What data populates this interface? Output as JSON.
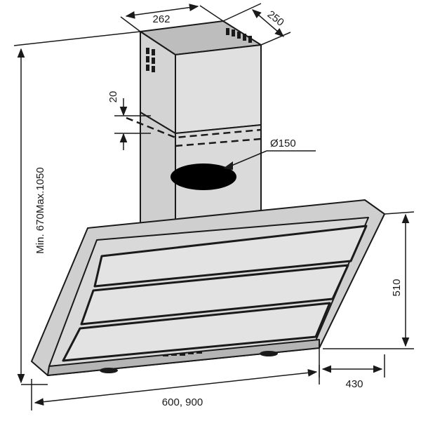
{
  "diagram": {
    "subject": "inclined cooker hood with telescopic chimney",
    "dimensions": {
      "chimney_width": "262",
      "chimney_depth": "250",
      "chimney_overlap": "20",
      "outlet_diameter": "Ø150",
      "total_height": "Min. 670Max.1050",
      "hood_height": "510",
      "hood_depth": "430",
      "hood_width": "600, 900"
    },
    "colors": {
      "line": "#1a1a1a",
      "chimney_fill": "#d4d4d4",
      "chimney_side_fill": "#c2c2c2",
      "hood_fill": "#cfcfcf",
      "glass_fill": "#e3e3e3",
      "outlet_fill": "#000000"
    }
  }
}
